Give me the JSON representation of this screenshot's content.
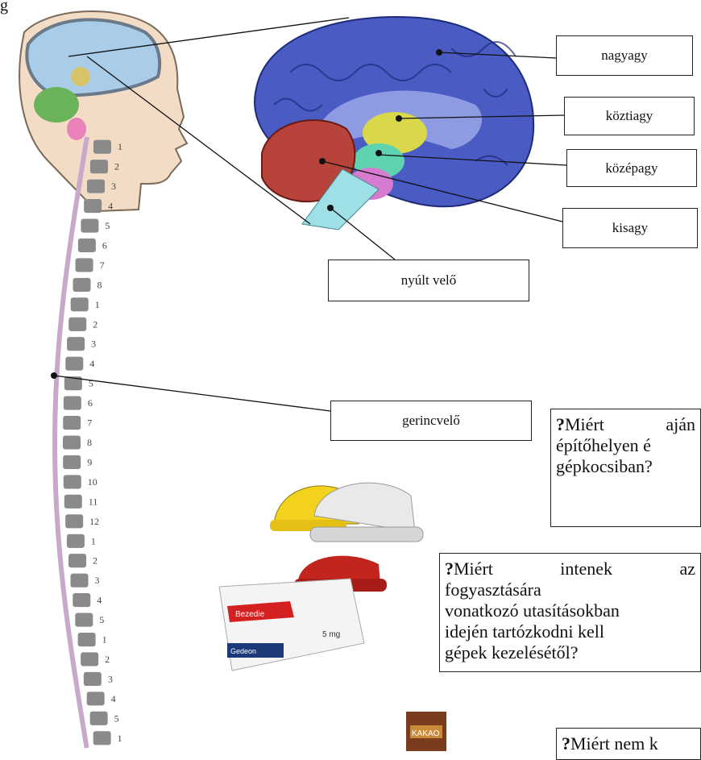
{
  "corner_char": "g",
  "labels": {
    "nagyagy": "nagyagy",
    "koztiagy": "köztiagy",
    "kozepagy": "középagy",
    "kisagy": "kisagy",
    "nyult_velo": "nyúlt velő",
    "gerincvelo": "gerincvelő"
  },
  "spine_numbers": [
    "1",
    "2",
    "3",
    "4",
    "5",
    "6",
    "7",
    "8",
    "1",
    "2",
    "3",
    "4",
    "5",
    "6",
    "7",
    "8",
    "9",
    "10",
    "11",
    "12",
    "1",
    "2",
    "3",
    "4",
    "5",
    "1",
    "2",
    "3",
    "4",
    "5",
    "1"
  ],
  "questions": {
    "q1": {
      "mark": "?",
      "line1a": "Miért",
      "line1b": "aján",
      "line2": "építőhelyen é",
      "line3": "gépkocsiban?"
    },
    "q2": {
      "mark": "?",
      "line1a": "Miért",
      "line1b": "intenek",
      "line1c": "az",
      "line2": "fogyasztására",
      "line3": "vonatkozó utasításokban",
      "line4": "idején tartózkodni kell",
      "line5": "gépek kezelésétől?"
    },
    "q3": {
      "mark": "?",
      "line1": "Miért nem k"
    }
  },
  "medicine_box": {
    "brand": "Bezedie",
    "dose": "5 mg",
    "maker": "Gedeon"
  },
  "cocoa_box": {
    "label": "KAKAO"
  },
  "colors": {
    "cerebrum": "#4a5bc4",
    "diencephalon": "#d8d84a",
    "midbrain": "#5fd3b0",
    "cerebellum": "#b8433a",
    "medulla": "#9fe0e6",
    "pons": "#d77bd0"
  }
}
